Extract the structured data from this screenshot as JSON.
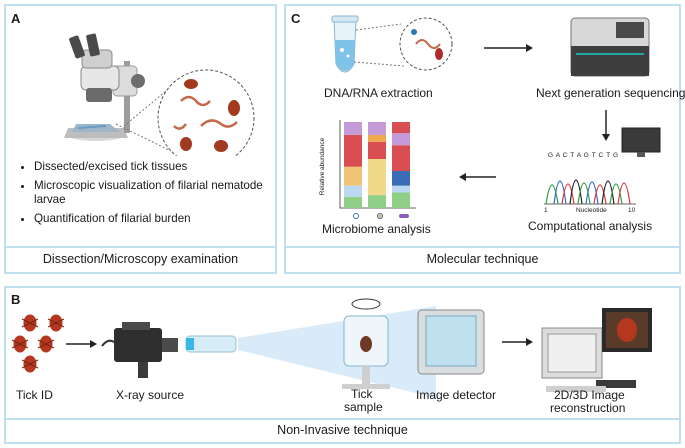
{
  "panels": {
    "a": {
      "label": "A",
      "footer": "Dissection/Microscopy examination",
      "bullets": [
        "Dissected/excised tick tissues",
        "Microscopic visualization of filarial nematode larvae",
        "Quantification of filarial burden"
      ]
    },
    "c": {
      "label": "C",
      "footer": "Molecular technique",
      "steps": {
        "extraction": "DNA/RNA extraction",
        "sequencing": "Next generation sequencing",
        "computational": "Computational analysis",
        "microbiome": "Microbiome analysis"
      },
      "chromatogram": {
        "sequence": "G A C T A G T C T G",
        "x_label": "Nucleotide",
        "x_start": "1",
        "x_end": "10"
      },
      "abundance_chart": {
        "ylabel": "Relative abundance",
        "bars": [
          {
            "segments": [
              {
                "color": "#8fcf87",
                "value": 0.13
              },
              {
                "color": "#bcd7f2",
                "value": 0.13
              },
              {
                "color": "#f0c474",
                "value": 0.22
              },
              {
                "color": "#d94e52",
                "value": 0.37
              },
              {
                "color": "#c49ad8",
                "value": 0.15
              }
            ]
          },
          {
            "segments": [
              {
                "color": "#8fcf87",
                "value": 0.15
              },
              {
                "color": "#f0d88a",
                "value": 0.42
              },
              {
                "color": "#d94e52",
                "value": 0.2
              },
              {
                "color": "#f0a84e",
                "value": 0.08
              },
              {
                "color": "#c49ad8",
                "value": 0.15
              }
            ]
          },
          {
            "segments": [
              {
                "color": "#8fcf87",
                "value": 0.18
              },
              {
                "color": "#bcd7f2",
                "value": 0.08
              },
              {
                "color": "#3a6db5",
                "value": 0.17
              },
              {
                "color": "#d94e52",
                "value": 0.3
              },
              {
                "color": "#c49ad8",
                "value": 0.14
              },
              {
                "color": "#d94e52",
                "value": 0.13
              }
            ]
          }
        ]
      }
    },
    "b": {
      "label": "B",
      "footer": "Non-Invasive technique",
      "tick_id": "Tick ID",
      "xray": "X-ray source",
      "sample_line1": "Tick",
      "sample_line2": "sample",
      "detector": "Image detector",
      "recon_line1": "2D/3D Image",
      "recon_line2": "reconstruction"
    }
  },
  "colors": {
    "panel_border": "#bfe0ee",
    "tick_red": "#b5371f",
    "arrow": "#222222",
    "screen_teal": "#1fa7a0",
    "beam": "#cfe6f7"
  }
}
